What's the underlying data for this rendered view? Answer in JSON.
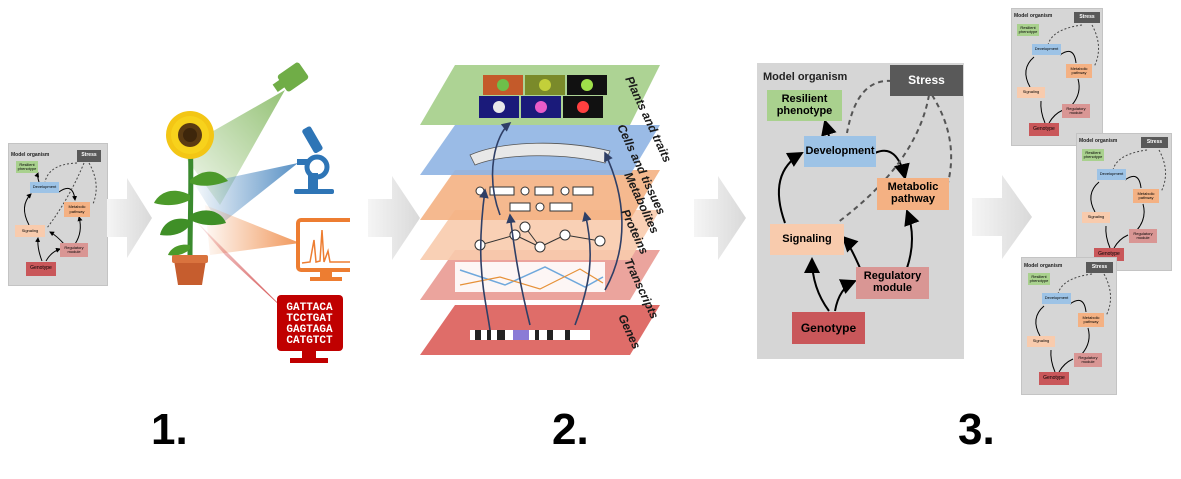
{
  "model": {
    "title": "Model organism",
    "stress": "Stress",
    "resilient": "Resilient phenotype",
    "development": "Development",
    "metabolic": "Metabolic pathway",
    "signaling": "Signaling",
    "regulatory": "Regulatory module",
    "genotype": "Genotype"
  },
  "layers": [
    "Plants and traits",
    "Cells and tissues",
    "Metabolites",
    "Proteins",
    "Transcripts",
    "Genes"
  ],
  "dna_lines": [
    "GATTACA",
    "TCCTGAT",
    "GAGTAGA",
    "CATGTCT"
  ],
  "steps": [
    "1.",
    "2.",
    "3."
  ],
  "colors": {
    "panel": "#d6d6d6",
    "stress": "#595959",
    "resilient": "#a9d18e",
    "development": "#9dc3e6",
    "metabolic": "#f4b183",
    "signaling": "#f8cbad",
    "regulatory": "#d99694",
    "genotype": "#c9575a",
    "sensor_green": "#70ad47",
    "sensor_blue": "#2e75b6",
    "sensor_orange": "#ed7d31",
    "sensor_red": "#c00000"
  },
  "icons": [
    "sunflower-icon",
    "camera-sensor-icon",
    "microscope-icon",
    "spectrum-monitor-icon",
    "dna-sequence-monitor-icon",
    "chevron-arrow-icon"
  ]
}
